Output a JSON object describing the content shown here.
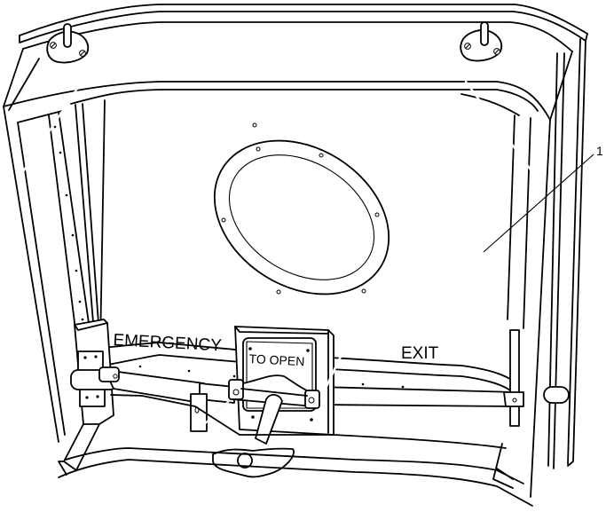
{
  "figure": {
    "subject": "Emergency exit door (interior view)",
    "line_color": "#000000",
    "background_color": "#ffffff"
  },
  "labels": {
    "emergency": "EMERGENCY",
    "to_open": "TO OPEN",
    "exit": "EXIT"
  },
  "callouts": [
    {
      "number": "1",
      "target": "door-panel"
    }
  ],
  "components": {
    "mounting_brackets": 2,
    "support_rods": 2,
    "window": "oval porthole with 7 screws",
    "handle": "T-handle",
    "crossbar_latch": "horizontal latch rod",
    "side_pin": "latch pin"
  }
}
